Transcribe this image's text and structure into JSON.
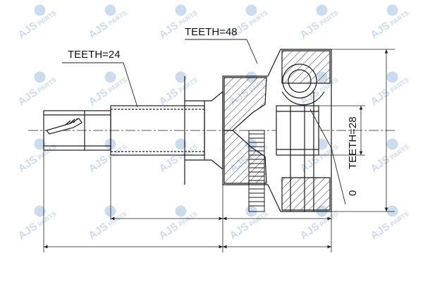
{
  "diagram": {
    "labels": {
      "teeth_outer": "TEETH=48",
      "teeth_spline": "TEETH=24",
      "teeth_inner": "TEETH=28",
      "o_ring": "0"
    },
    "watermark": {
      "brand": "AJS",
      "suffix": "PARTS"
    },
    "colors": {
      "line": "#1a1a1a",
      "watermark": "#b8cde8",
      "background": "#ffffff"
    }
  }
}
